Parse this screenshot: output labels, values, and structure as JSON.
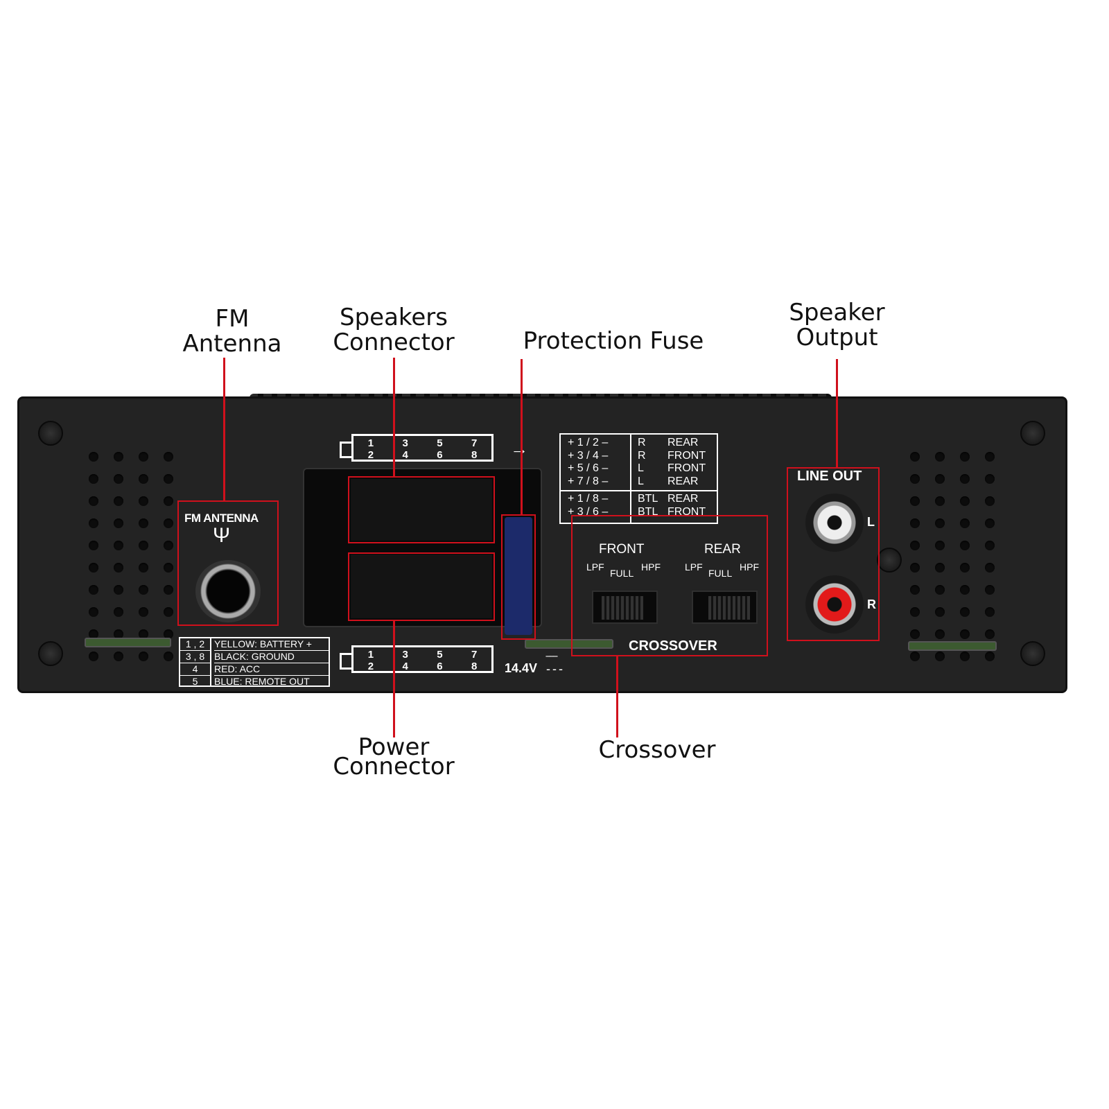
{
  "callouts": {
    "fm_antenna": "FM\nAntenna",
    "speakers_connector": "Speakers\nConnector",
    "protection_fuse": "Protection Fuse",
    "speaker_output": "Speaker\nOutput",
    "power_connector": "Power\nConnector",
    "crossover": "Crossover"
  },
  "panel": {
    "fm_antenna_label": "FM ANTENNA",
    "speaker_pins": {
      "top": [
        "1",
        "3",
        "5",
        "7"
      ],
      "bottom": [
        "2",
        "4",
        "6",
        "8"
      ]
    },
    "power_pins": {
      "top": [
        "1",
        "3",
        "5",
        "7"
      ],
      "bottom": [
        "2",
        "4",
        "6",
        "8"
      ]
    },
    "speaker_table": [
      {
        "pins": "+ 1  /  2 –",
        "channel": "R",
        "position": "REAR"
      },
      {
        "pins": "+ 3  /  4 –",
        "channel": "R",
        "position": "FRONT"
      },
      {
        "pins": "+ 5  /  6 –",
        "channel": "L",
        "position": "FRONT"
      },
      {
        "pins": "+ 7  /  8 –",
        "channel": "L",
        "position": "REAR"
      },
      {
        "pins": "+ 1  /  8 –",
        "channel": "BTL",
        "position": "REAR"
      },
      {
        "pins": "+ 3  /  6 –",
        "channel": "BTL",
        "position": "FRONT"
      }
    ],
    "power_table": [
      {
        "pins": "1 , 2",
        "desc": "YELLOW: BATTERY +"
      },
      {
        "pins": "3 , 8",
        "desc": "BLACK: GROUND"
      },
      {
        "pins": "4",
        "desc": "RED: ACC"
      },
      {
        "pins": "5",
        "desc": "BLUE: REMOTE OUT"
      }
    ],
    "voltage": "14.4V",
    "crossover": {
      "front": "FRONT",
      "rear": "REAR",
      "lpf": "LPF",
      "full": "FULL",
      "hpf": "HPF",
      "label": "CROSSOVER"
    },
    "line_out": {
      "label": "LINE OUT",
      "left": "L",
      "right": "R"
    }
  },
  "colors": {
    "accent": "#d0101c",
    "chassis": "#232323"
  }
}
